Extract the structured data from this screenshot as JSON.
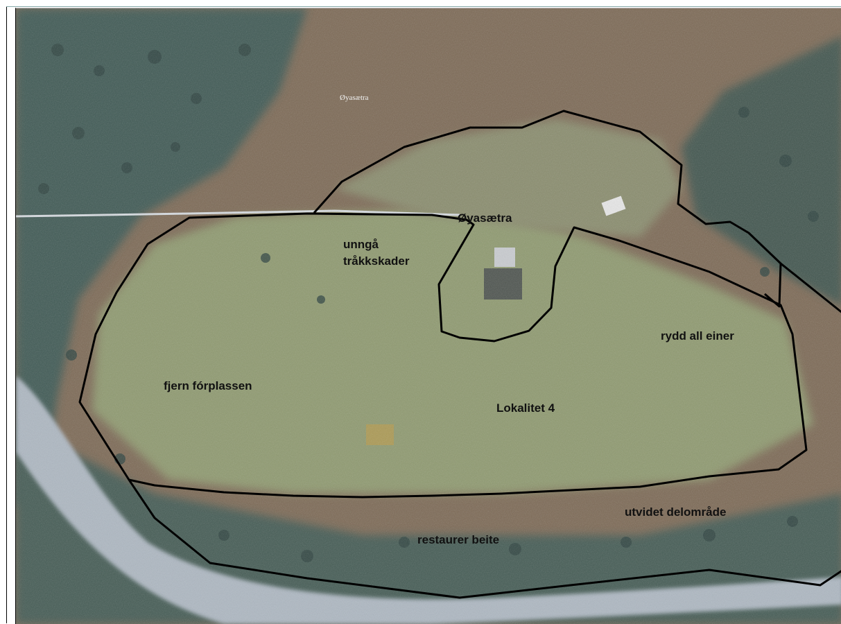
{
  "map": {
    "colors": {
      "meadow": "#8f9a6f",
      "heath": "#7d6a56",
      "forest": "#3f5a55",
      "river": "#aeb8c2",
      "boundary": "#000000"
    },
    "labels": {
      "place_small": "Øyasætra",
      "place_main": "Øyasætra",
      "avoid_line1": "unngå",
      "avoid_line2": "tråkkskader",
      "clear_juniper": "rydd all einer",
      "remove_feeding": "fjern fórplassen",
      "locality": "Lokalitet 4",
      "extended_area": "utvidet delområde",
      "restore_pasture": "restaurer beite"
    }
  }
}
